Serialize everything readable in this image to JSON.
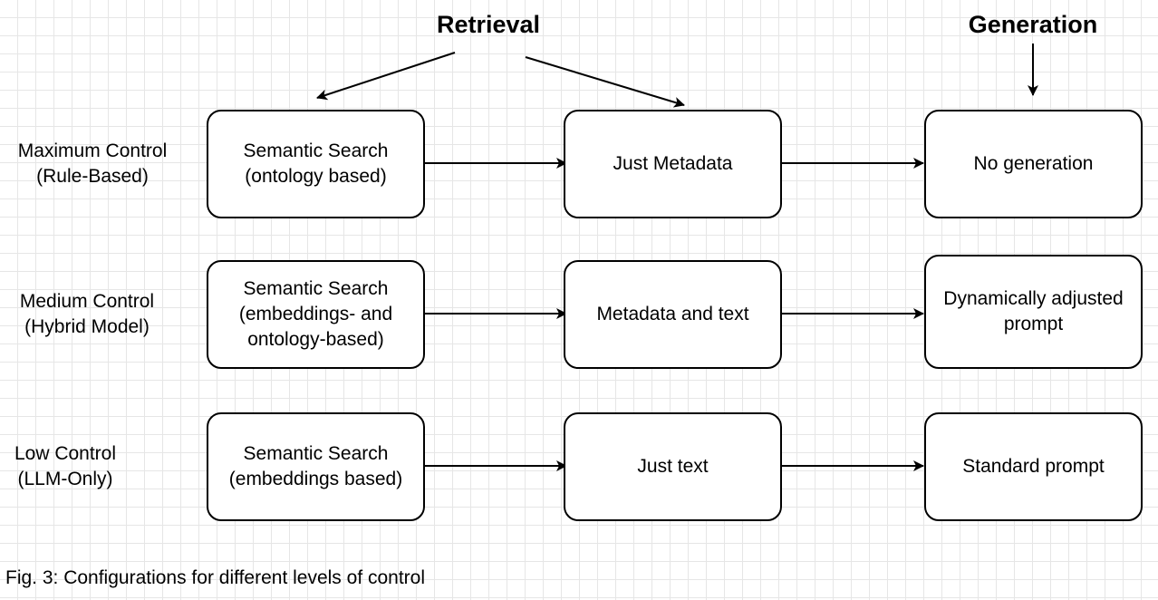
{
  "headings": {
    "retrieval": "Retrieval",
    "generation": "Generation"
  },
  "rows": [
    {
      "label": [
        "Maximum Control",
        "(Rule-Based)"
      ],
      "search": [
        "Semantic Search",
        "(ontology based)"
      ],
      "retrieved": [
        "Just Metadata"
      ],
      "generation": [
        "No generation"
      ]
    },
    {
      "label": [
        "Medium Control",
        "(Hybrid Model)"
      ],
      "search": [
        "Semantic Search",
        "(embeddings- and",
        "ontology-based)"
      ],
      "retrieved": [
        "Metadata and text"
      ],
      "generation": [
        "Dynamically adjusted",
        "prompt"
      ]
    },
    {
      "label": [
        "Low Control",
        "(LLM-Only)"
      ],
      "search": [
        "Semantic Search",
        "(embeddings based)"
      ],
      "retrieved": [
        "Just text"
      ],
      "generation": [
        "Standard prompt"
      ]
    }
  ],
  "caption": "Fig. 3: Configurations for different levels of control"
}
